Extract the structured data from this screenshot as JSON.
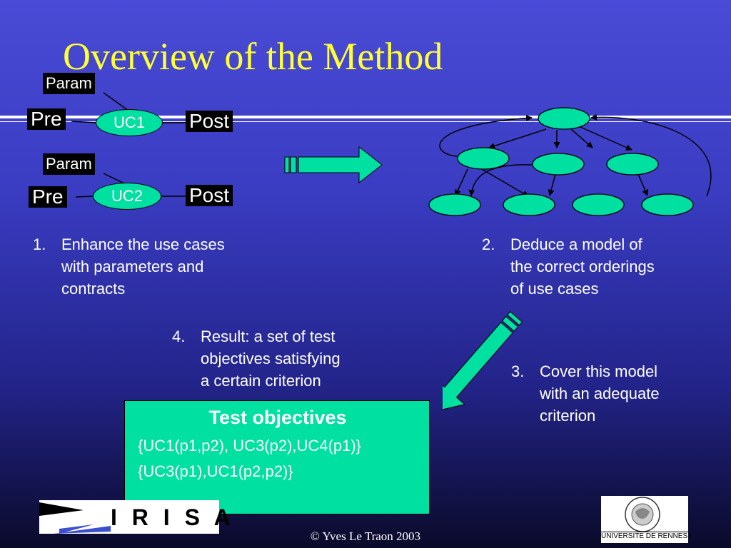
{
  "slide": {
    "title": "Overview of the Method",
    "footer": "© Yves Le Traon 2003"
  },
  "use_cases": [
    {
      "param": "Param",
      "pre": "Pre",
      "name": "UC1",
      "post": "Post"
    },
    {
      "param": "Param",
      "pre": "Pre",
      "name": "UC2",
      "post": "Post"
    }
  ],
  "steps": [
    {
      "num": "1.",
      "lines": [
        "Enhance the use cases",
        "with parameters and",
        "contracts"
      ]
    },
    {
      "num": "2.",
      "lines": [
        "Deduce a model of",
        "the correct orderings",
        "of use cases"
      ]
    },
    {
      "num": "3.",
      "lines": [
        "Cover this model",
        "with an adequate",
        "criterion"
      ]
    },
    {
      "num": "4.",
      "lines": [
        "Result: a set of test",
        "objectives satisfying",
        "a certain criterion"
      ]
    }
  ],
  "test_objectives": {
    "heading": "Test objectives",
    "lines": [
      "{UC1(p1,p2), UC3(p2),UC4(p1)}",
      "{UC3(p1),UC1(p2,p2)}",
      "…"
    ]
  },
  "logos": {
    "irisa": "I R I S A",
    "rennes": "UNIVERSITE DE RENNES I"
  },
  "colors": {
    "title": "#ffff33",
    "node_fill": "#00e0a0",
    "text": "#ffffff"
  }
}
